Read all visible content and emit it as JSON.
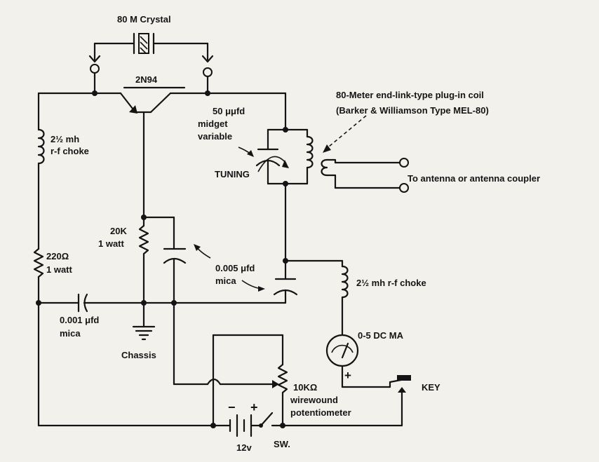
{
  "labels": {
    "crystal": "80 M Crystal",
    "transistor": "2N94",
    "coil_line1": "80-Meter end-link-type plug-in coil",
    "coil_line2": "(Barker & Williamson Type MEL-80)",
    "cap_tune_1": "50 μμfd",
    "cap_tune_2": "midget",
    "cap_tune_3": "variable",
    "tuning": "TUNING",
    "antenna": "To antenna or antenna coupler",
    "choke_left_1": "2½ mh",
    "choke_left_2": "r-f choke",
    "res_20k_1": "20K",
    "res_20k_2": "1 watt",
    "res_220_1": "220Ω",
    "res_220_2": "1 watt",
    "cap_005_1": "0.005 μfd",
    "cap_005_2": "mica",
    "choke_right": "2½ mh r-f choke",
    "cap_001_1": "0.001 μfd",
    "cap_001_2": "mica",
    "chassis": "Chassis",
    "meter": "0-5 DC MA",
    "meter_plus": "+",
    "key": "KEY",
    "pot_1": "10KΩ",
    "pot_2": "wirewound",
    "pot_3": "potentiometer",
    "battery_minus": "−",
    "battery_plus": "+",
    "battery": "12v",
    "switch": "SW."
  }
}
